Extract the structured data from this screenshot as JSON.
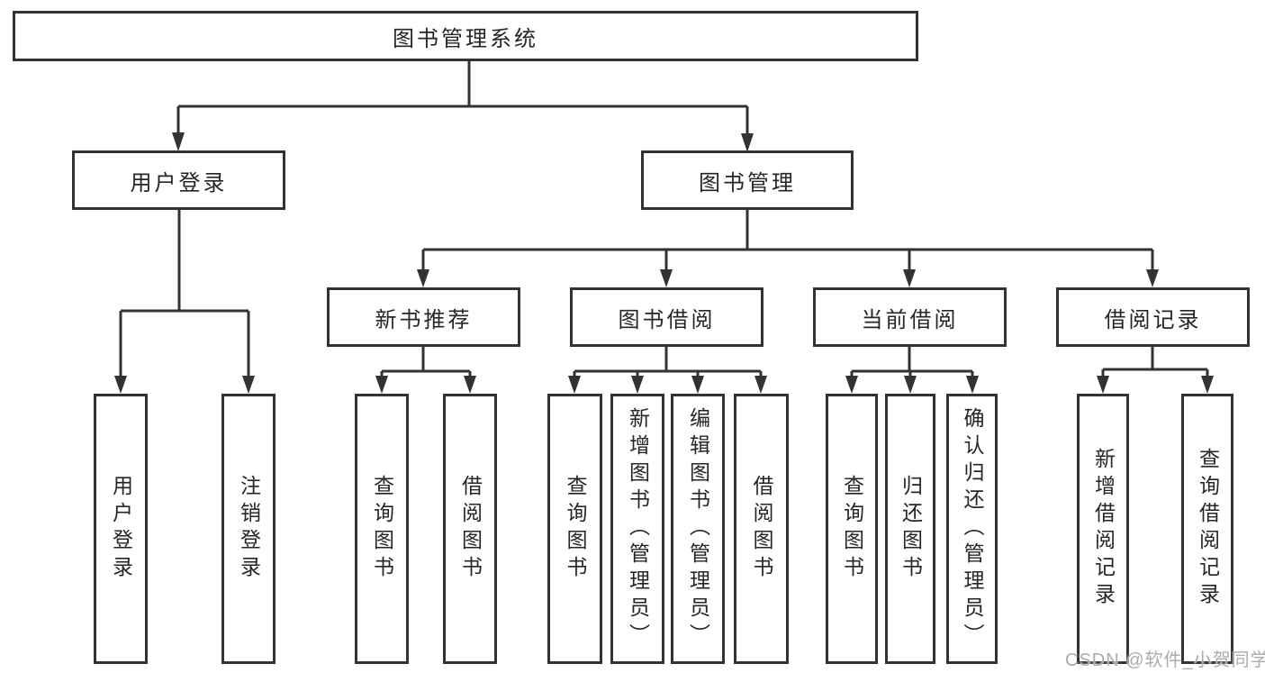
{
  "diagram_title": "图书管理系统",
  "tree": {
    "label": "图书管理系统",
    "children": [
      {
        "label": "用户登录",
        "children": [
          {
            "label": "用户登录"
          },
          {
            "label": "注销登录"
          }
        ]
      },
      {
        "label": "图书管理",
        "children": [
          {
            "label": "新书推荐",
            "children": [
              {
                "label": "查询图书"
              },
              {
                "label": "借阅图书"
              }
            ]
          },
          {
            "label": "图书借阅",
            "children": [
              {
                "label": "查询图书"
              },
              {
                "label": "新增图书（管理员）"
              },
              {
                "label": "编辑图书（管理员）"
              },
              {
                "label": "借阅图书"
              }
            ]
          },
          {
            "label": "当前借阅",
            "children": [
              {
                "label": "查询图书"
              },
              {
                "label": "归还图书"
              },
              {
                "label": "确认归还（管理员）"
              }
            ]
          },
          {
            "label": "借阅记录",
            "children": [
              {
                "label": "新增借阅记录"
              },
              {
                "label": "查询借阅记录"
              }
            ]
          }
        ]
      }
    ]
  },
  "watermark": {
    "text": "CSDN @软件_小贺同学"
  },
  "colors": {
    "line": "#333333",
    "box_border": "#333333",
    "box_background": "#ffffff",
    "text": "#262626",
    "watermark": "#ababab",
    "background": "#ffffff"
  }
}
